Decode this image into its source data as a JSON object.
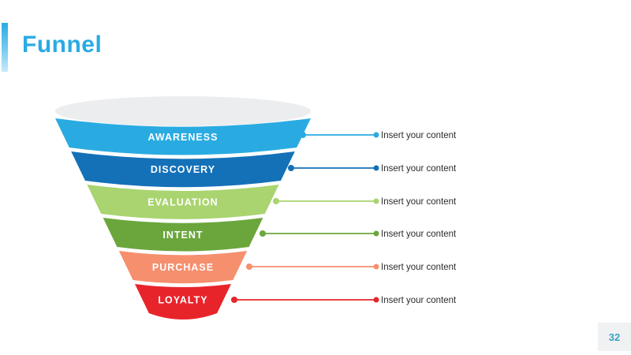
{
  "slide": {
    "title": "Funnel",
    "page_number": "32"
  },
  "colors": {
    "accent": "#29ABE2",
    "title_text": "#29ABE2",
    "page_number_text": "#3E9FC0",
    "page_box_bg": "#F0F1F2",
    "funnel_top_ellipse": "#ECEDEF",
    "note_text": "#2B2B2B",
    "stage_label_text": "#FFFFFF"
  },
  "funnel": {
    "stages": [
      {
        "label": "AWARENESS",
        "color": "#29ABE2",
        "note": "Insert your content"
      },
      {
        "label": "DISCOVERY",
        "color": "#1471B8",
        "note": "Insert your content"
      },
      {
        "label": "EVALUATION",
        "color": "#A9D46F",
        "note": "Insert your content"
      },
      {
        "label": "INTENT",
        "color": "#6BA63C",
        "note": "Insert your content"
      },
      {
        "label": "PURCHASE",
        "color": "#F68F6E",
        "note": "Insert your content"
      },
      {
        "label": "LOYALTY",
        "color": "#E8242B",
        "note": "Insert your content"
      }
    ]
  }
}
